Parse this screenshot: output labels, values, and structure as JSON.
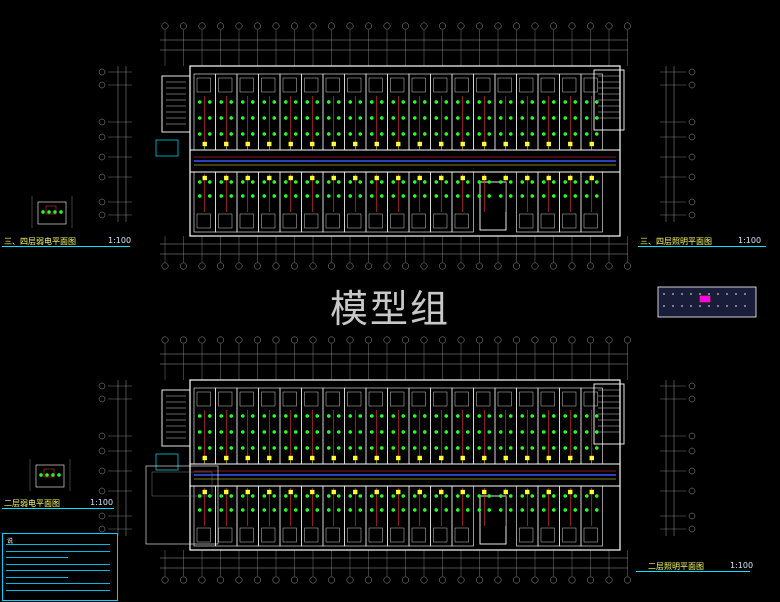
{
  "watermark": "模型组",
  "drawings": {
    "top_left": {
      "title": "三、四层弱电平面图",
      "scale": "1:100"
    },
    "top_right": {
      "title": "三、四层照明平面图",
      "scale": "1:100"
    },
    "bot_left": {
      "title": "二层弱电平面图",
      "scale": "1:100"
    },
    "bot_right": {
      "title": "二层照明平面图",
      "scale": "1:100"
    }
  },
  "notes": {
    "heading": "说"
  },
  "colors": {
    "wall": "#ffffff",
    "grid": "#9a9a9a",
    "device": "#22ff22",
    "fixture": "#ff3b3b",
    "wiring": "#ffff33",
    "corridor": "#3355ff",
    "frame": "#00e5ff"
  }
}
